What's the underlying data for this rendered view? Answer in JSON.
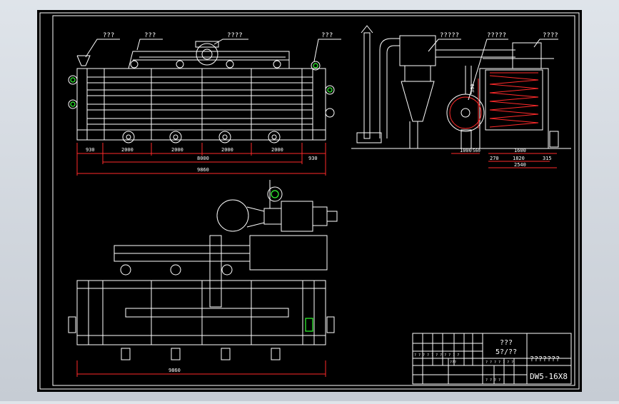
{
  "colors": {
    "window_bg": "#d4d9df",
    "sheet": "#000000",
    "line": "#ffffff",
    "accent_red": "#ff2a2a",
    "accent_green": "#33ff33"
  },
  "elevation_view": {
    "callouts": [
      "???",
      "???",
      "????",
      "???"
    ],
    "dims": [
      "930",
      "2000",
      "2000",
      "2000",
      "2000",
      "930",
      "8000",
      "9860"
    ]
  },
  "side_view": {
    "callouts": [
      "?????",
      "?????",
      "????"
    ],
    "dims": [
      "300",
      "1600",
      "1820",
      "315",
      "270",
      "2540",
      "1000",
      "560"
    ]
  },
  "plan_view": {
    "dims": [
      "9860"
    ]
  },
  "title_block": {
    "name": "???",
    "scale": "5?/??",
    "title": "???????",
    "drawing_no": "DW5-16X8",
    "small_row": "? ? ? ? ? ? ? ? ? ? ?",
    "small_a": "???",
    "small_b": "? ? ? ? ? ? ?",
    "small_c": "? ?  ? ?"
  }
}
